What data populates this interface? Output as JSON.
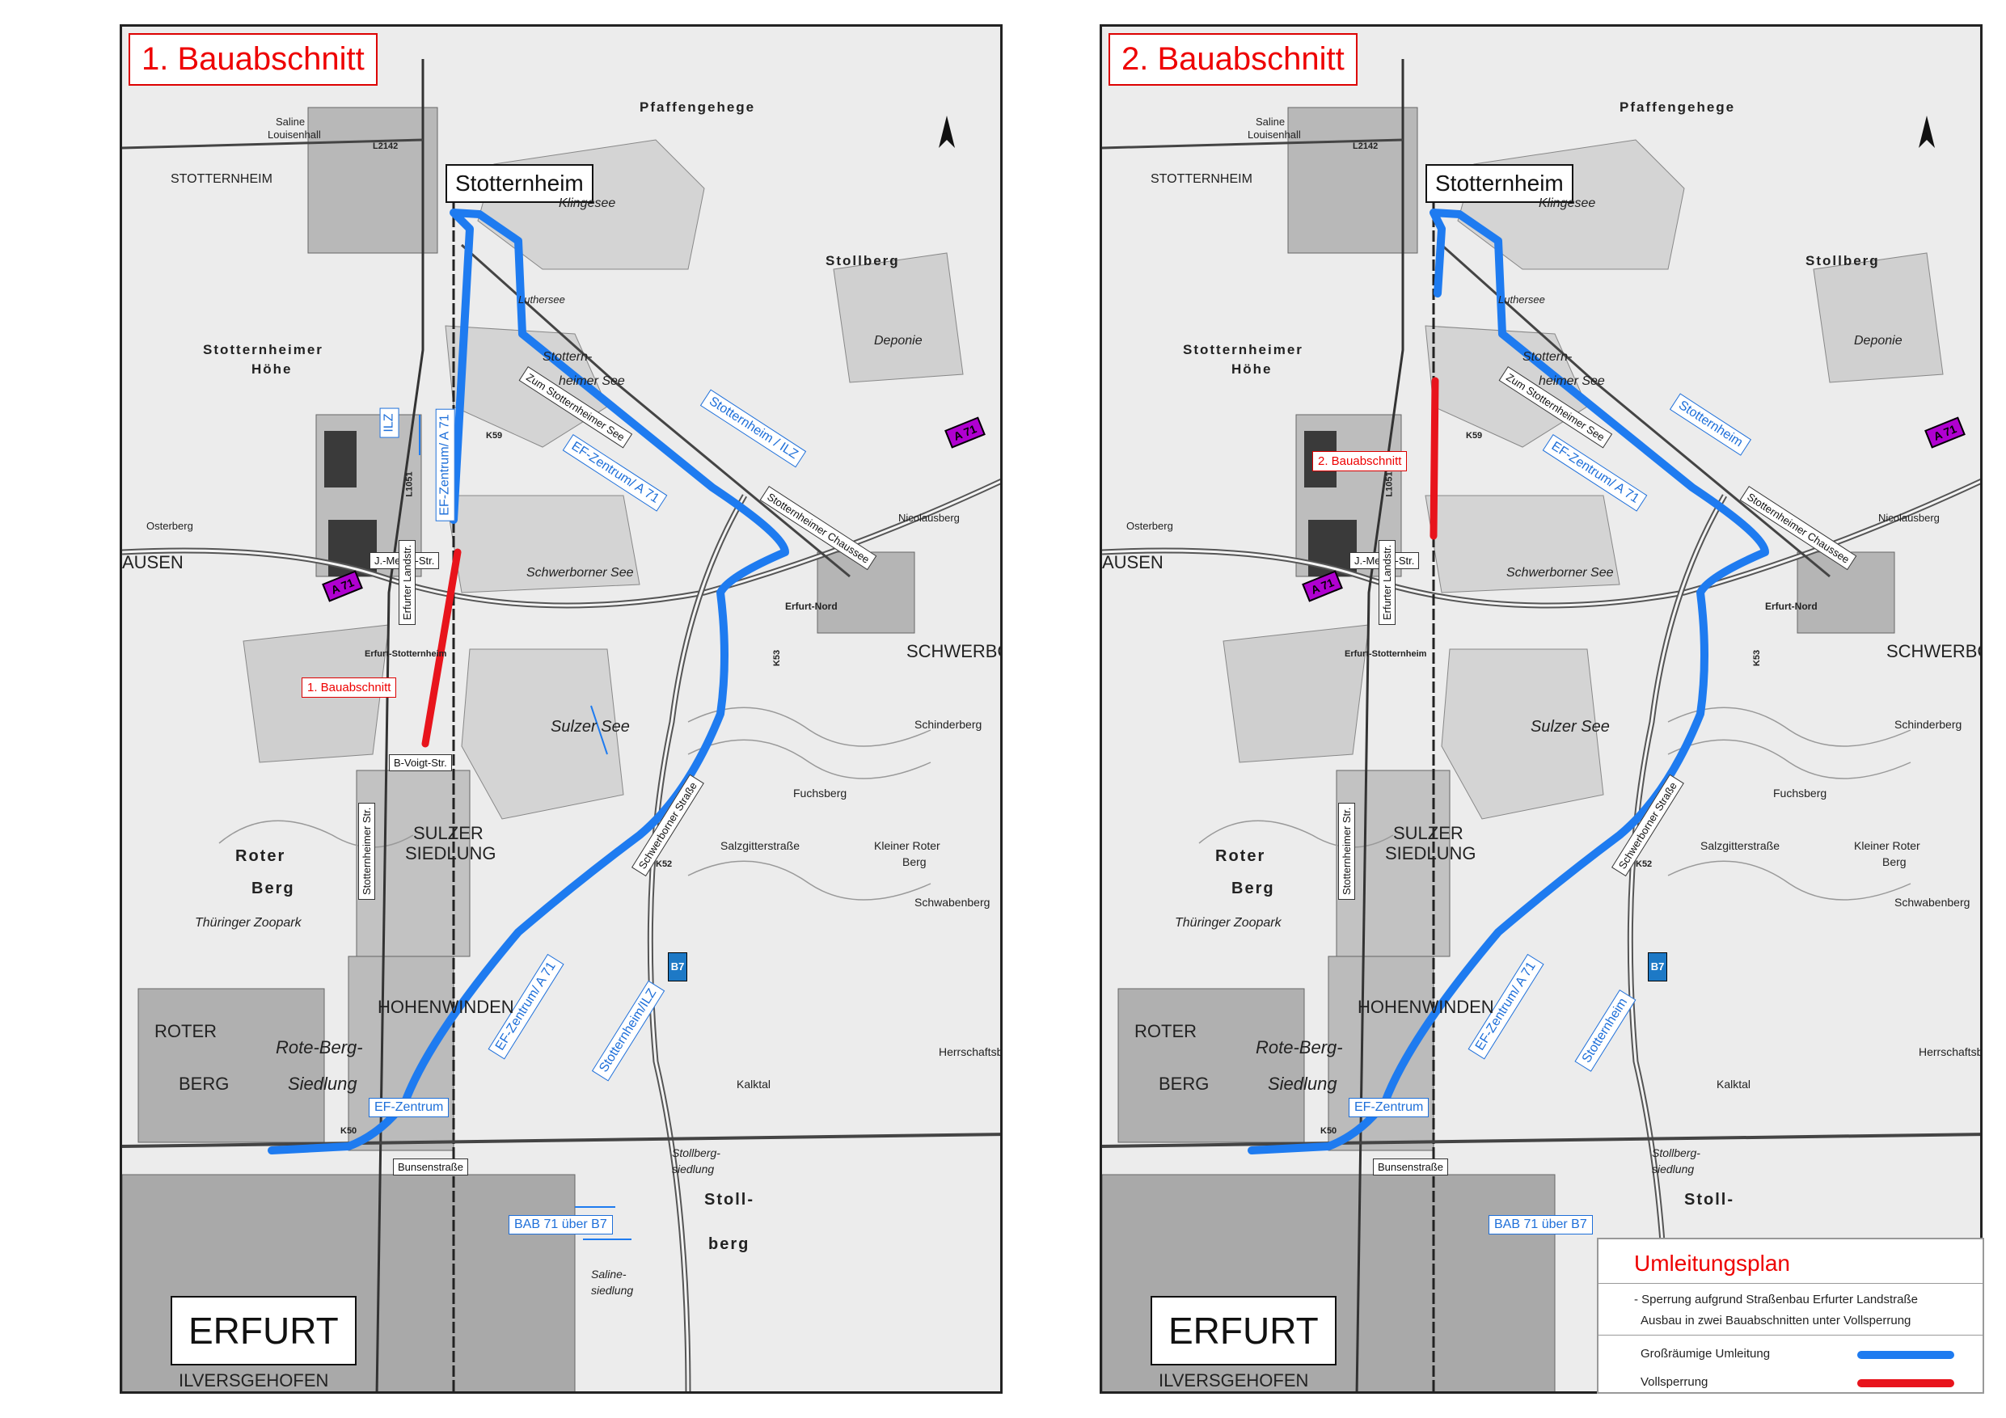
{
  "panels": [
    {
      "title": "1. Bauabschnitt",
      "closure_label": "1. Bauabschnitt",
      "town_label": "Stotternheim",
      "city_label": "ERFURT",
      "detour_labels": [
        "ILZ",
        "EF-Zentrum/ A 71",
        "Stotternheim / ILZ",
        "EF-Zentrum/ A 71",
        "EF-Zentrum/ A 71",
        "Stotternheim/ILZ",
        "EF-Zentrum",
        "BAB 71 über B7"
      ]
    },
    {
      "title": "2. Bauabschnitt",
      "closure_label": "2. Bauabschnitt",
      "town_label": "Stotternheim",
      "city_label": "ERFURT",
      "detour_labels": [
        "Stotternheim",
        "EF-Zentrum/ A 71",
        "EF-Zentrum/ A 71",
        "Stotternheim",
        "EF-Zentrum",
        "BAB 71 über B7"
      ]
    }
  ],
  "streets": {
    "meyer": "J.-Meyer-Str.",
    "erfurter": "Erfurter Landstr.",
    "voigt": "B-Voigt-Str.",
    "stotternheimer": "Stotternheimer Str.",
    "bunsen": "Bunsenstraße",
    "zum_see": "Zum Stotternheimer See",
    "chaussee": "Stotternheimer Chaussee",
    "schwerborner": "Schwerborner Straße"
  },
  "places": {
    "stotternheim_caps": "STOTTERNHEIM",
    "pfaffengehege": "Pfaffengehege",
    "klingesee": "Klingesee",
    "stollberg": "Stollberg",
    "luthersee": "Luthersee",
    "deponie": "Deponie",
    "stotternheimer_hoehe_1": "Stotternheimer",
    "stotternheimer_hoehe_2": "Höhe",
    "stotternheimer_see_1": "Stottern-",
    "stotternheimer_see_2": "heimer See",
    "osterberg": "Osterberg",
    "ausen": "AUSEN",
    "schwerborner_see": "Schwerborner See",
    "nicolausberg": "Nicolausberg",
    "erfurt_nord": "Erfurt-Nord",
    "schwerborn": "SCHWERBORN",
    "sulzer_see": "Sulzer See",
    "schinderberg": "Schinderberg",
    "fuchsberg": "Fuchsberg",
    "sulzer_siedlung_1": "SULZER",
    "sulzer_siedlung_2": "SIEDLUNG",
    "salzgitterstrasse": "Salzgitterstraße",
    "kleiner_roter_berg_1": "Kleiner Roter",
    "kleiner_roter_berg_2": "Berg",
    "roter_berg_1": "Roter",
    "roter_berg_2": "Berg",
    "thueringer_zoopark": "Thüringer Zoopark",
    "schwabenberg": "Schwabenberg",
    "hohenwinden": "HOHENWINDEN",
    "roter": "ROTER",
    "berg": "BERG",
    "rote_berg": "Rote-Berg-",
    "siedlung": "Siedlung",
    "herrschaftsberg": "Herrschaftsbe",
    "kalktal": "Kalktal",
    "stollberg_siedlung_1": "Stollberg-",
    "stollberg_siedlung_2": "siedlung",
    "stoll": "Stoll-",
    "berg_small": "berg",
    "saline_siedlung_1": "Saline-",
    "saline_siedlung_2": "siedlung",
    "ilversgehofen": "ILVERSGEHOFEN",
    "erfurt_stotternheim": "Erfurt-Stotternheim",
    "saline_1": "Saline",
    "saline_2": "Louisenhall"
  },
  "road_numbers": {
    "a71": "A 71",
    "b7": "B7",
    "l2142": "L2142",
    "l1051": "L1051",
    "k59": "K59",
    "k53": "K53",
    "k52": "K52",
    "k50": "K50"
  },
  "legend": {
    "title": "Umleitungsplan",
    "note_1": "- Sperrung aufgrund Straßenbau Erfurter Landstraße",
    "note_2": "Ausbau in zwei Bauabschnitten unter Vollsperrung",
    "detour": "Großräumige Umleitung",
    "closure": "Vollsperrung"
  },
  "colors": {
    "detour": "#1e7bf0",
    "closure": "#e8141c",
    "autobahn_shield": "#b000d0",
    "b7_shield": "#1d79c6",
    "title_text": "#e00000"
  }
}
